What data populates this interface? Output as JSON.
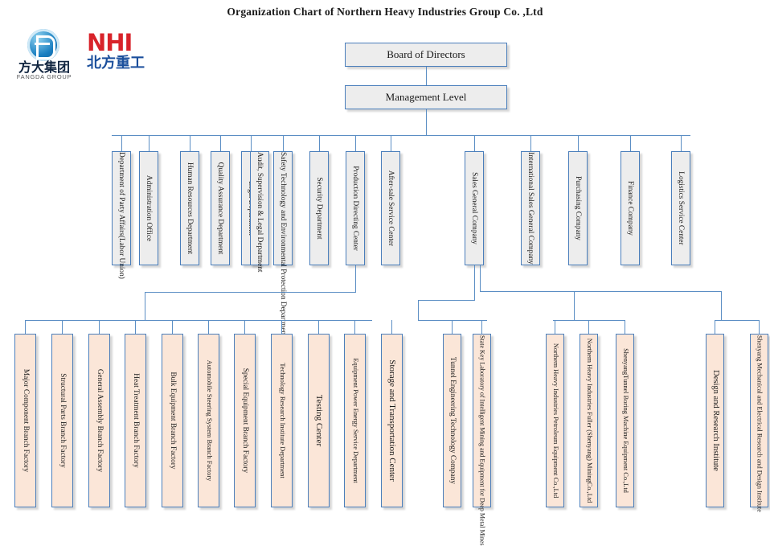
{
  "title": "Organization Chart of Northern Heavy Industries  Group Co. ,Ltd",
  "logos": {
    "fangda": {
      "cn": "方大集团",
      "en": "FANGDA GROUP",
      "mark": "fangda-circle-logo"
    },
    "nhi": {
      "en": "NHI",
      "cn": "北方重工"
    }
  },
  "colors": {
    "box_border": "#4a7ebb",
    "box_fill_gray": "#ededed",
    "box_fill_peach": "#fbe6d8",
    "connector": "#5b8ec4",
    "nhi_red": "#d8232a",
    "nhi_blue": "#1b4f9c"
  },
  "top": [
    {
      "label": "Board of Directors"
    },
    {
      "label": "Management Level"
    }
  ],
  "level2_left": [
    {
      "label": "Department of Party Affairs(Labor Union)"
    },
    {
      "label": "Administration Office"
    },
    {
      "label": "Human Resources Department"
    },
    {
      "label": "Quality Assurance Department"
    },
    {
      "label": "Legal Department"
    },
    {
      "label": "Audit, Supervision & Legal Department"
    },
    {
      "label": "Safety Technology and Environmental Protection Department"
    },
    {
      "label": "Security Department"
    },
    {
      "label": "Production Directing Center"
    },
    {
      "label": "After-sale Service Center"
    }
  ],
  "level2_right": [
    {
      "label": "Sales General Company"
    },
    {
      "label": "International Sales General Company"
    },
    {
      "label": "Purchasing Company"
    },
    {
      "label": "Finance Company"
    },
    {
      "label": "Logistics Service Center"
    }
  ],
  "level3_production": [
    {
      "label": "Major Component Branch Factory"
    },
    {
      "label": "Structural Parts Branch Factory"
    },
    {
      "label": "General Assembly Branch Factory"
    },
    {
      "label": "Heat Treatment Branch Factory"
    },
    {
      "label": "Bulk Equipment Branch Factory"
    },
    {
      "label": "Automobile Steering System Branch Factory"
    },
    {
      "label": "Special Equipment Branch Factory"
    },
    {
      "label": "Technology Research Institute Department"
    },
    {
      "label": "Testing Center"
    },
    {
      "label": "Equipment Power Energy Service Department"
    },
    {
      "label": "Storage and Transportation Center"
    }
  ],
  "level3_sales": [
    {
      "label": "Tunnel Engineering Technology Company"
    },
    {
      "label": "State Key Laboratory of Intelligent Mining and Equipment for Deep Metal Mines"
    }
  ],
  "level3_subsidiaries": [
    {
      "label": "Northern Heavy Industries Petroleum Equipment Co.,Ltd"
    },
    {
      "label": "Northern Heavy Industries Fuller (Shenyang) MiningCo.,Ltd"
    },
    {
      "label": "ShenyangTunnel Boring Machine Equipment Co.,Ltd"
    }
  ],
  "level3_research": [
    {
      "label": "Design and Research Institute"
    },
    {
      "label": "Shenyang Mechanical and Electrical Research and Design Institute"
    }
  ]
}
